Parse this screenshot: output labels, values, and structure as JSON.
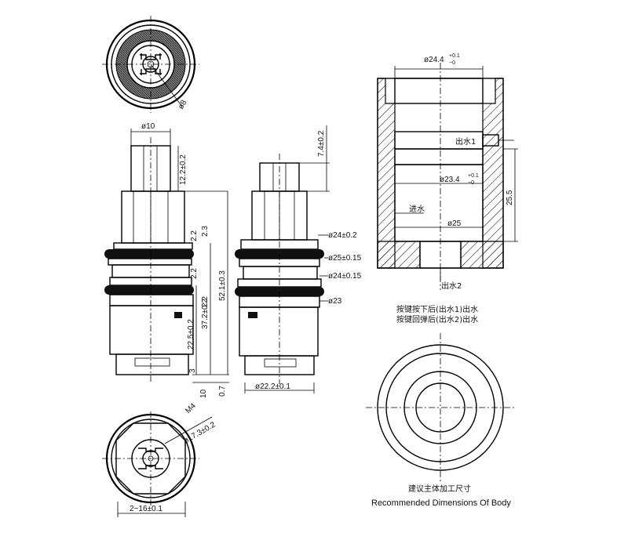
{
  "dimensions": {
    "top_dia": "ø8",
    "stem_dia": "ø10",
    "stem_h": "12.2±0.2",
    "v_2_2a": "2.2",
    "v_2_3": "2.3",
    "v_2_2b": "2.2",
    "v_2_2c": "2.2",
    "v_52": "52.1±0.3",
    "v_37": "37.2±0.2",
    "v_22": "22.5±0.2",
    "v_3": "3",
    "v_10": "10",
    "v_07": "0.7",
    "m4": "M4",
    "bot_dia": "ø17.3±0.2",
    "bot_w": "2−16±0.1",
    "mid_top": "7.4±0.2",
    "mid_d24a": "ø24±0.2",
    "mid_d25": "ø25±0.15",
    "mid_d24b": "ø24±0.15",
    "mid_d23": "ø23",
    "mid_d22": "ø22.2±0.1",
    "body_d24": "ø24.4",
    "body_tol_up": "+0.1",
    "body_tol_dn": "−0",
    "body_out1": "出水1",
    "body_d234": "ø23.4",
    "body_tol2_up": "+0.1",
    "body_tol2_dn": "−0",
    "body_255": "25.5",
    "body_in": "进水",
    "body_d25": "ø25",
    "body_out2": "出水2"
  },
  "notes": {
    "line1": "按键按下后(出水1)出水",
    "line2": "按键回弹后(出水2)出水",
    "caption_cn": "建议主体加工尺寸",
    "caption_en": "Recommended Dimensions Of Body"
  }
}
